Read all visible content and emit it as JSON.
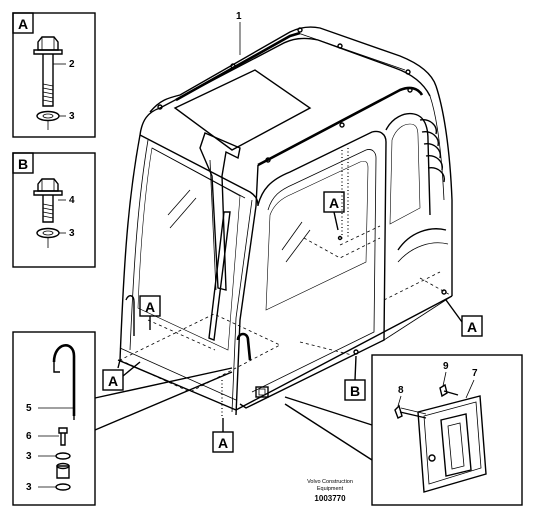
{
  "callouts": {
    "cab": "1",
    "bolt_long": "2",
    "washer": "3",
    "bolt_short": "4",
    "handle_bar": "5",
    "screw": "6",
    "door_handle": "7",
    "handle_screw": "8",
    "handle_pin": "9"
  },
  "detail_letters": {
    "a": "A",
    "b": "B"
  },
  "footer": {
    "line1": "Volvo Construction",
    "line2": "Equipment",
    "drawing_id": "1003770"
  }
}
